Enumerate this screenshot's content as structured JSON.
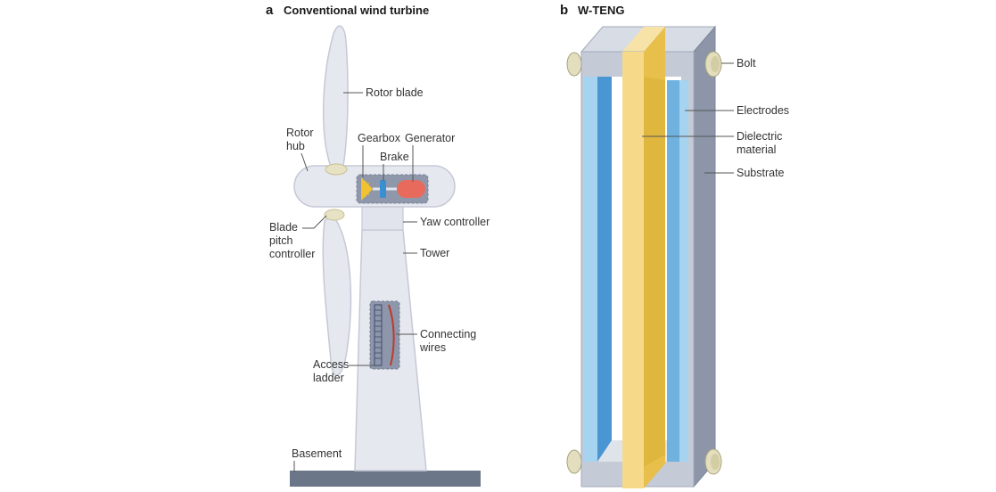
{
  "panel_a": {
    "letter": "a",
    "title": "Conventional wind turbine",
    "labels": {
      "rotor_blade": "Rotor blade",
      "rotor_hub": [
        "Rotor",
        "hub"
      ],
      "gearbox": "Gearbox",
      "generator": "Generator",
      "brake": "Brake",
      "yaw_controller": "Yaw controller",
      "blade_pitch_controller": [
        "Blade",
        "pitch",
        "controller"
      ],
      "tower": "Tower",
      "connecting_wires": [
        "Connecting",
        "wires"
      ],
      "access_ladder": [
        "Access",
        "ladder"
      ],
      "basement": "Basement"
    }
  },
  "panel_b": {
    "letter": "b",
    "title": "W-TENG",
    "labels": {
      "bolt": "Bolt",
      "electrodes": "Electrodes",
      "dielectric_material": [
        "Dielectric",
        "material"
      ],
      "substrate": "Substrate"
    }
  },
  "colors": {
    "turbine_body": "#e6e8f0",
    "turbine_outline": "#c5c9d6",
    "hub_ring": "#e8e2c4",
    "gear_yellow": "#f2c230",
    "brake_blue": "#3a8fd0",
    "generator_red": "#e86a5c",
    "ladder": "#5a6a8a",
    "wire_red": "#c0392b",
    "basement": "#6b7688",
    "substrate_front": "#c4cad6",
    "substrate_side": "#8c96a8",
    "electrode_light": "#a6d4f0",
    "electrode_dark": "#4a96d2",
    "dielectric_light": "#f7d98a",
    "dielectric_dark": "#e7bf4a",
    "bolt": "#e3dfbe"
  }
}
